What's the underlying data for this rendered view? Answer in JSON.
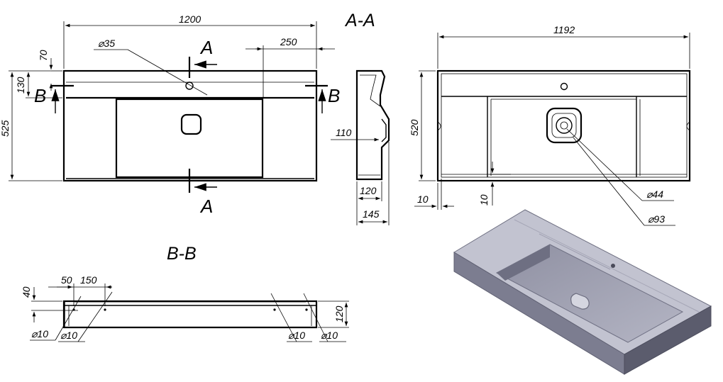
{
  "sections": {
    "aa": "A-A",
    "bb": "B-B"
  },
  "markers": {
    "a": "A",
    "b": "B"
  },
  "top_view": {
    "width": "1200",
    "tap_offset": "250",
    "hole_dia": "⌀35",
    "rim_depth": "70",
    "shelf_depth": "130",
    "depth": "525"
  },
  "side_view": {
    "bowl_depth": "110",
    "base_height": "120",
    "total_height": "145"
  },
  "bottom_view": {
    "width": "1192",
    "depth": "520",
    "wall_left": "10",
    "wall_bottom": "10",
    "drain_inner": "⌀44",
    "drain_outer": "⌀93"
  },
  "section_bb": {
    "wall_height": "40",
    "offset_1": "50",
    "offset_2": "150",
    "height": "120",
    "holes": [
      "⌀10",
      "⌀10",
      "⌀10",
      "⌀10"
    ]
  },
  "colors": {
    "line": "#000000",
    "render_top": "#b9bac8",
    "render_side": "#7a7b8d",
    "render_dark": "#5b5c6d"
  }
}
